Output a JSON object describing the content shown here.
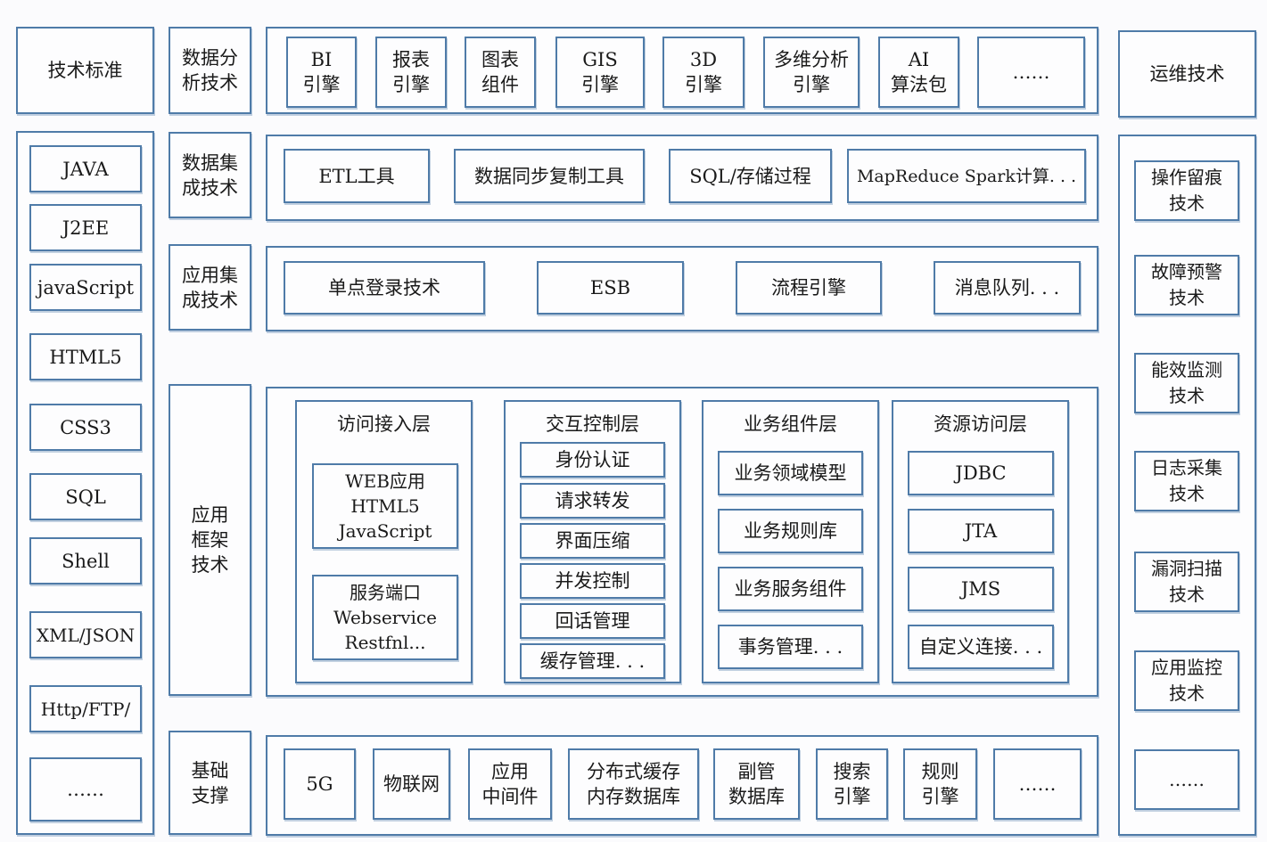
{
  "left": {
    "title": "技术标准",
    "items": [
      "JAVA",
      "J2EE",
      "javaScript",
      "HTML5",
      "CSS3",
      "SQL",
      "Shell",
      "XML/JSON",
      "Http/FTP/",
      "……"
    ]
  },
  "rows": {
    "analysis": {
      "title": "数据分\n析技术",
      "items": [
        "BI\n引擎",
        "报表\n引擎",
        "图表\n组件",
        "GIS\n引擎",
        "3D\n引擎",
        "多维分析\n引擎",
        "AI\n算法包",
        "……"
      ]
    },
    "integration": {
      "title": "数据集\n成技术",
      "items": [
        "ETL工具",
        "数据同步复制工具",
        "SQL/存储过程",
        "MapReduce Spark计算. . ."
      ]
    },
    "app_integration": {
      "title": "应用集\n成技术",
      "items": [
        "单点登录技术",
        "ESB",
        "流程引擎",
        "消息队列. . ."
      ]
    },
    "framework": {
      "title": "应用\n框架\n技术",
      "layers": [
        {
          "title": "访问接入层",
          "items": [
            "WEB应用\nHTML5\nJavaScript",
            "服务端口\nWebservice\nRestfnl..."
          ]
        },
        {
          "title": "交互控制层",
          "items": [
            "身份认证",
            "请求转发",
            "界面压缩",
            "并发控制",
            "回话管理",
            "缓存管理. . ."
          ]
        },
        {
          "title": "业务组件层",
          "items": [
            "业务领域模型",
            "业务规则库",
            "业务服务组件",
            "事务管理. . ."
          ]
        },
        {
          "title": "资源访问层",
          "items": [
            "JDBC",
            "JTA",
            "JMS",
            "自定义连接. . ."
          ]
        }
      ]
    },
    "foundation": {
      "title": "基础\n支撑",
      "items": [
        "5G",
        "物联网",
        "应用\n中间件",
        "分布式缓存\n内存数据库",
        "副管\n数据库",
        "搜索\n引擎",
        "规则\n引擎",
        "……"
      ]
    }
  },
  "right": {
    "title": "运维技术",
    "items": [
      "操作留痕\n技术",
      "故障预警\n技术",
      "能效监测\n技术",
      "日志采集\n技术",
      "漏洞扫描\n技术",
      "应用监控\n技术",
      "……"
    ]
  }
}
